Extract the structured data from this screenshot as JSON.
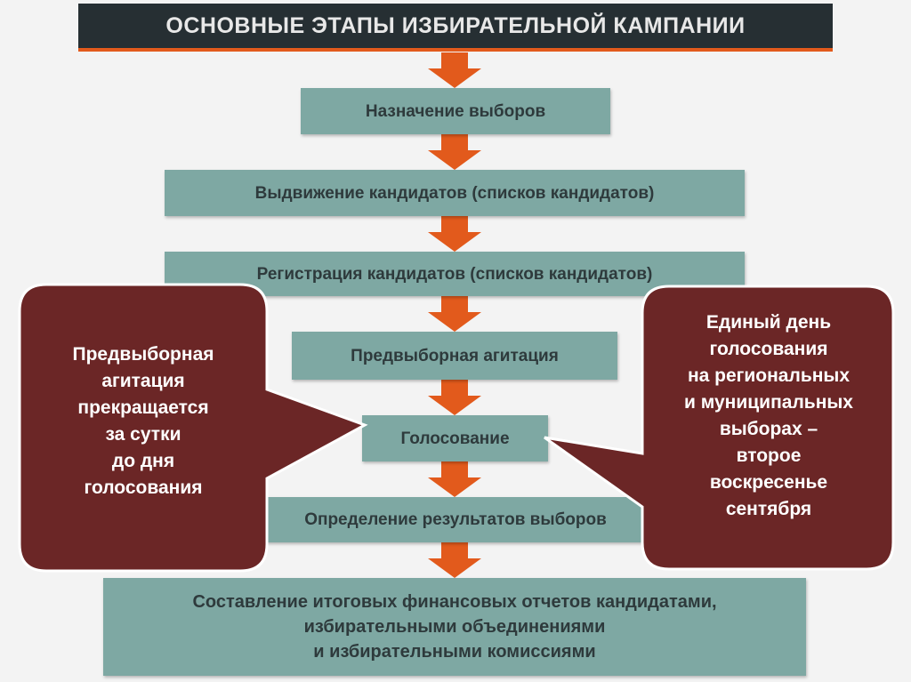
{
  "title": "ОСНОВНЫЕ ЭТАПЫ ИЗБИРАТЕЛЬНОЙ КАМПАНИИ",
  "steps": [
    "Назначение выборов",
    "Выдвижение кандидатов (списков кандидатов)",
    "Регистрация кандидатов (списков кандидатов)",
    "Предвыборная агитация",
    "Голосование",
    "Определение результатов выборов",
    "Составление итоговых финансовых отчетов кандидатами,\nизбирательными объединениями\nи избирательными комиссиями"
  ],
  "callouts": {
    "left": "Предвыборная\nагитация\nпрекращается\nза сутки\nдо дня\nголосования",
    "right": "Единый день\nголосования\nна региональных\nи муниципальных\nвыборах –\nвторое\nвоскресенье\nсентября"
  },
  "colors": {
    "title_bg": "#262f33",
    "accent_orange": "#e25a1c",
    "step_bg": "#7ea8a3",
    "callout_bg": "#6b2626"
  }
}
